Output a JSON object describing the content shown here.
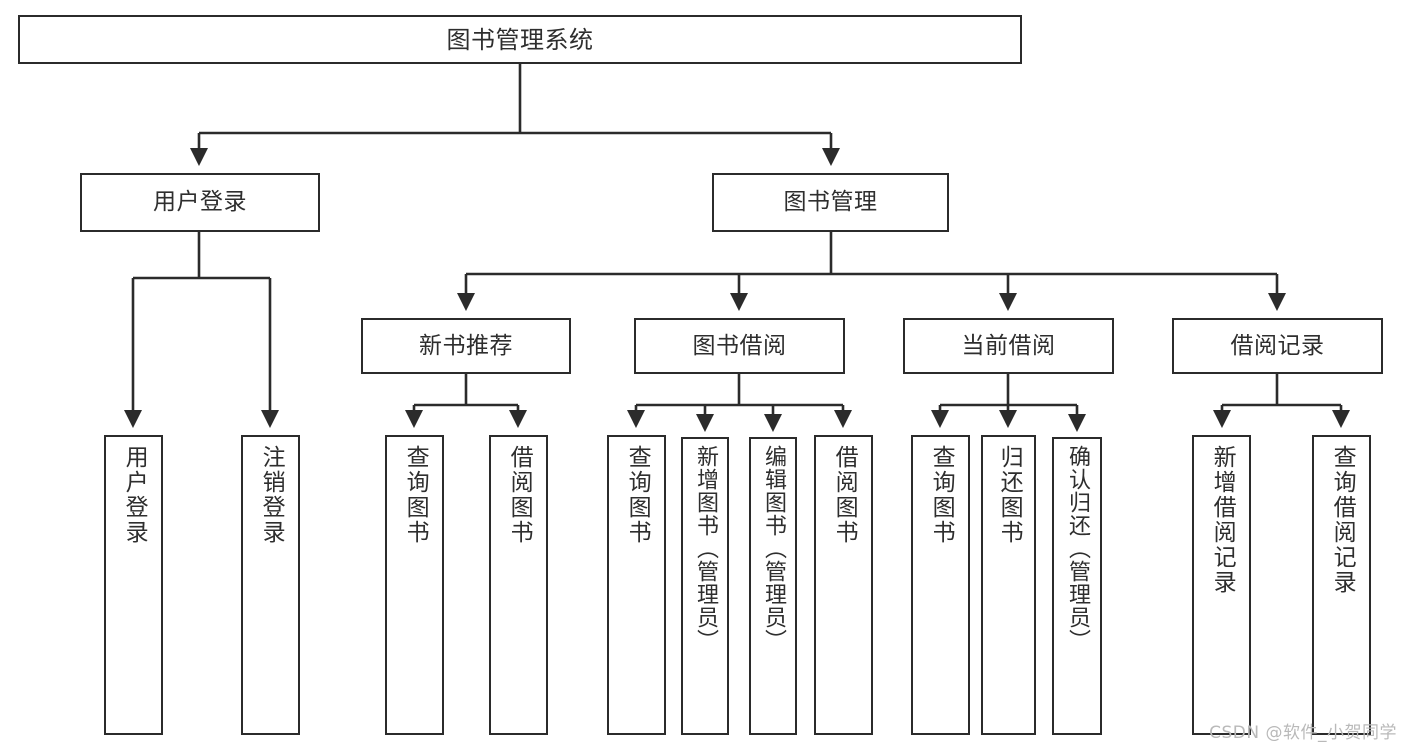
{
  "diagram": {
    "type": "hierarchy-tree",
    "title": "图书管理系统",
    "watermark": "CSDN @软件_小贺同学",
    "colors": {
      "box_border": "#2b2b2b",
      "box_fill": "#ffffff",
      "text": "#2e2e2e",
      "connector": "#2b2b2b",
      "watermark": "#b9b9b9"
    },
    "nodes": {
      "root": {
        "label": "图书管理系统"
      },
      "level2": [
        {
          "label": "用户登录"
        },
        {
          "label": "图书管理"
        }
      ],
      "level3": [
        {
          "label": "新书推荐"
        },
        {
          "label": "图书借阅"
        },
        {
          "label": "当前借阅"
        },
        {
          "label": "借阅记录"
        }
      ],
      "leaves_user_login": [
        {
          "label": "用户登录"
        },
        {
          "label": "注销登录"
        }
      ],
      "leaves_new_book": [
        {
          "label": "查询图书"
        },
        {
          "label": "借阅图书"
        }
      ],
      "leaves_borrow": [
        {
          "label": "查询图书"
        },
        {
          "label": "新增图书（管理员）"
        },
        {
          "label": "编辑图书（管理员）"
        },
        {
          "label": "借阅图书"
        }
      ],
      "leaves_current": [
        {
          "label": "查询图书"
        },
        {
          "label": "归还图书"
        },
        {
          "label": "确认归还（管理员）"
        }
      ],
      "leaves_record": [
        {
          "label": "新增借阅记录"
        },
        {
          "label": "查询借阅记录"
        }
      ]
    }
  }
}
